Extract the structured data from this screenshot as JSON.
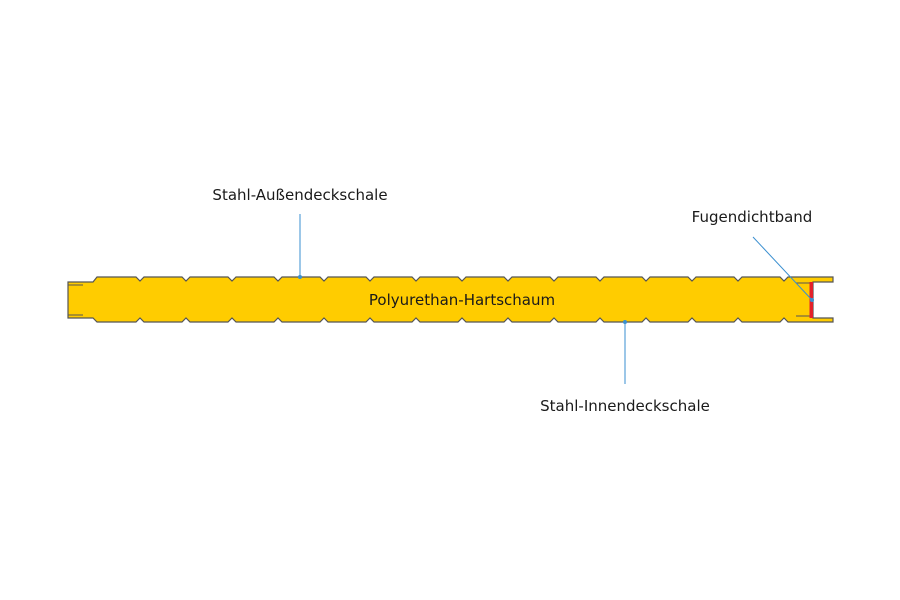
{
  "labels": {
    "outer_skin": "Stahl-Außendeckschale",
    "core": "Polyurethan-Hartschaum",
    "inner_skin": "Stahl-Innendeckschale",
    "joint_tape": "Fugendichtband"
  },
  "colors": {
    "foam": "#ffcc00",
    "outline": "#555555",
    "seal": "#e3202a",
    "leader": "#3a8fd0"
  }
}
